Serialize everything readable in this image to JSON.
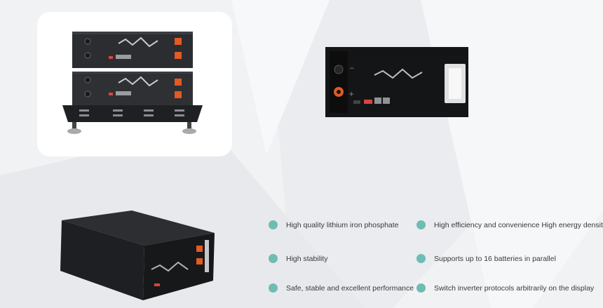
{
  "brand": {
    "accent_color": "#6fbcb4",
    "background_color": "#f1f2f4",
    "card_color": "#ffffff"
  },
  "products": [
    {
      "name": "rack-stack-product-image",
      "icon": "battery-rack-image"
    },
    {
      "name": "front-module-product-image",
      "icon": "battery-module-front-image"
    },
    {
      "name": "isometric-product-image",
      "icon": "battery-module-iso-image"
    }
  ],
  "features": [
    "High quality lithium iron phosphate",
    "High efficiency and convenience High energy density",
    "High stability",
    "Supports up to 16 batteries in parallel",
    "Safe, stable and excellent performance",
    "Switch inverter protocols arbitrarily on the display"
  ]
}
